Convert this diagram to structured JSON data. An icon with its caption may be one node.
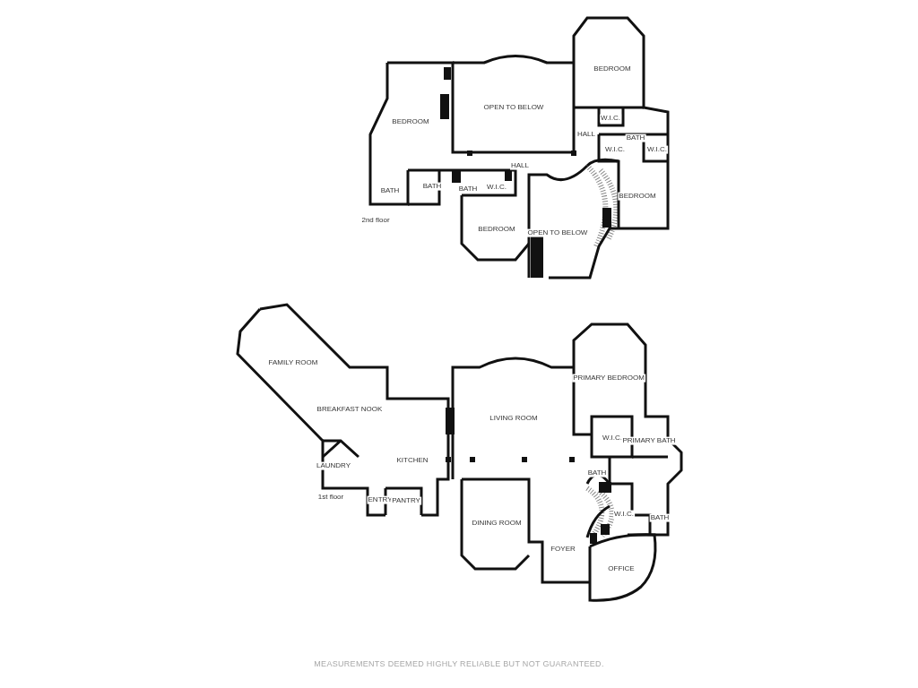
{
  "diagram": {
    "labels": [
      "BEDROOM",
      "OPEN TO BELOW",
      "BEDROOM",
      "W.I.C.",
      "HALL",
      "BATH",
      "W.I.C.",
      "W.I.C.",
      "HALL",
      "BATH",
      "BATH",
      "BATH",
      "W.I.C.",
      "BEDROOM",
      "2nd floor",
      "BEDROOM",
      "OPEN TO BELOW",
      "FAMILY ROOM",
      "PRIMARY BEDROOM",
      "BREAKFAST NOOK",
      "LIVING ROOM",
      "W.I.C.",
      "PRIMARY BATH",
      "KITCHEN",
      "LAUNDRY",
      "BATH",
      "1st floor",
      "ENTRY",
      "PANTRY",
      "W.I.C.",
      "BATH",
      "DINING ROOM",
      "FOYER",
      "OFFICE",
      "MEASUREMENTS DEEMED HIGHLY RELIABLE BUT NOT GUARANTEED."
    ]
  }
}
